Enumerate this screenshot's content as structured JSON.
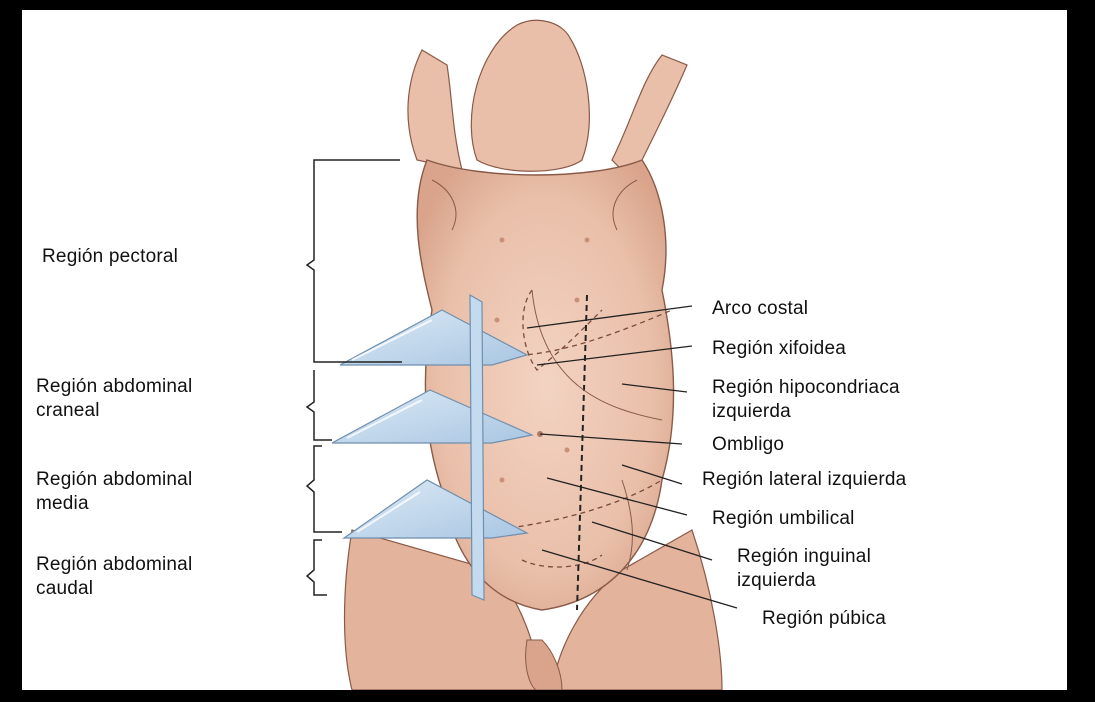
{
  "labels": {
    "pectoral": "Región pectoral",
    "abdominal_craneal": "Región abdominal\ncraneal",
    "abdominal_media": "Región abdominal\nmedia",
    "abdominal_caudal": "Región abdominal\ncaudal",
    "arco_costal": "Arco costal",
    "xifoidea": "Región xifoidea",
    "hipocondriaca": "Región hipocondriaca\nizquierda",
    "ombligo": "Ombligo",
    "lateral": "Región lateral izquierda",
    "umbilical": "Región umbilical",
    "inguinal": "Región inguinal\nizquierda",
    "pubica": "Región púbica"
  },
  "colors": {
    "skin": "#e9bfa9",
    "skin_light": "#f3d3c2",
    "skin_shadow": "#c98f77",
    "plane": "#b9d4ea",
    "plane_edge": "#6e8fae",
    "line": "#222222",
    "background": "#ffffff",
    "frame": "#000000"
  }
}
